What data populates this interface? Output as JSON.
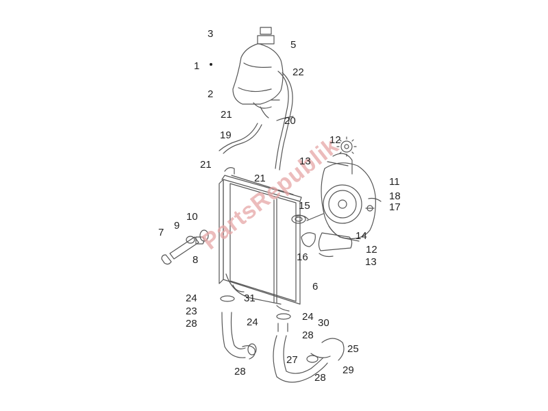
{
  "watermark": "PartsRepublik",
  "colors": {
    "line": "#555555",
    "label": "#222222",
    "watermark": "#e6a6a6"
  },
  "labels": [
    "3",
    "5",
    "1",
    "22",
    "2",
    "21",
    "20",
    "19",
    "12",
    "21",
    "13",
    "21",
    "11",
    "18",
    "17",
    "15",
    "10",
    "9",
    "7",
    "14",
    "12",
    "8",
    "16",
    "13",
    "6",
    "24",
    "31",
    "23",
    "28",
    "24",
    "24",
    "30",
    "28",
    "25",
    "27",
    "28",
    "28",
    "29"
  ]
}
